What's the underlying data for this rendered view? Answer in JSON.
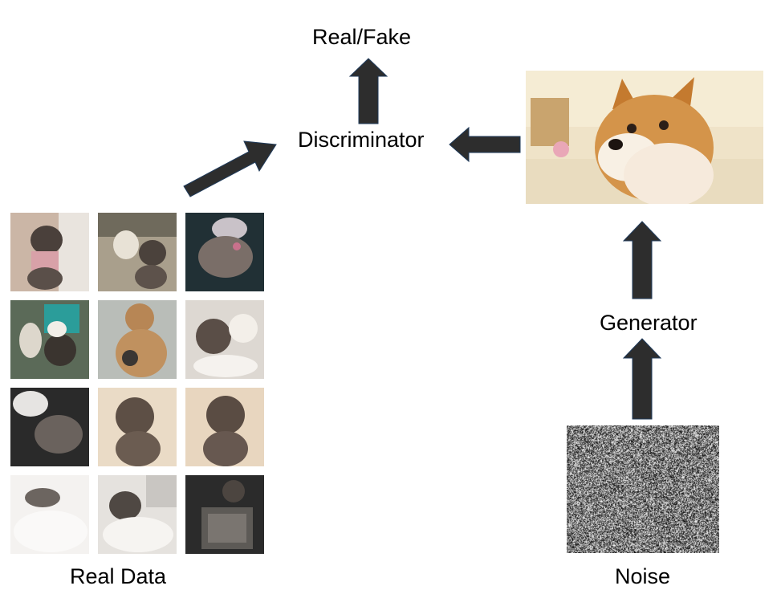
{
  "labels": {
    "real_fake": "Real/Fake",
    "discriminator": "Discriminator",
    "generator": "Generator",
    "real_data": "Real Data",
    "noise": "Noise"
  },
  "images": {
    "real_data_grid": "dog photos",
    "generated_sample": "dog image",
    "noise_sample": "random noise"
  },
  "colors": {
    "arrow_fill": "#2d2d2d",
    "arrow_stroke": "#1f3a5a"
  }
}
